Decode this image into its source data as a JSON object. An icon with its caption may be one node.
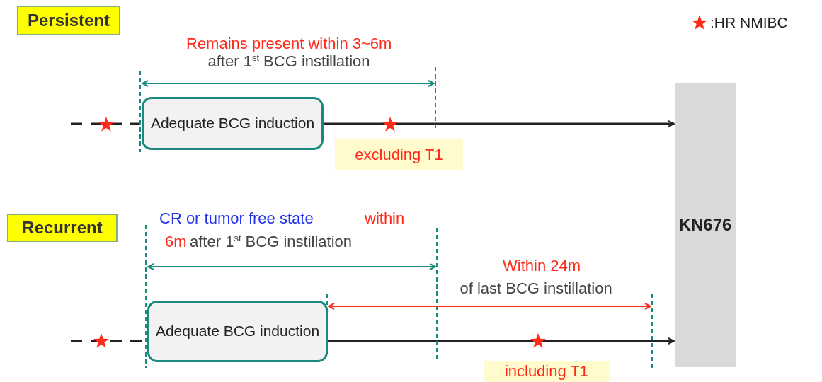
{
  "diagram": {
    "nodes": [
      {
        "text": [
          "Persistent"
        ]
      },
      {
        "text": [
          "Adequate BCG induction"
        ]
      },
      {
        "text": [
          "excluding T1"
        ]
      },
      {
        "text": [
          "KN676"
        ]
      },
      {
        "text": [
          "Recurrent"
        ]
      },
      {
        "text": [
          "Adequate BCG induction"
        ]
      },
      {
        "text": [
          "including T1"
        ]
      }
    ],
    "edges": [
      {
        "from": null,
        "to": 1,
        "arrow": "none",
        "style": "dashed"
      },
      {
        "from": 1,
        "to": 3,
        "arrow": "to"
      },
      {
        "from": null,
        "to": 5,
        "arrow": "none",
        "style": "dashed"
      },
      {
        "from": 5,
        "to": 3,
        "arrow": "to"
      }
    ],
    "labels": [
      "Remains present within 3~6m",
      "after 1$^{st}$ BCG instillation",
      "CR or tumor free state",
      "within",
      "6m",
      "after 1$^{st}$ BCG instillation",
      "Within 24m",
      "of last BCG instillation"
    ],
    "legend": [
      {
        "text": ":HR NMIBC"
      }
    ]
  }
}
